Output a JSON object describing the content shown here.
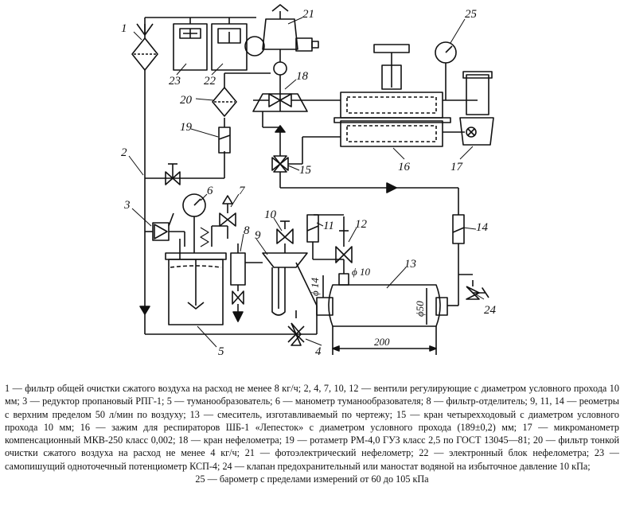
{
  "diagram": {
    "labels": {
      "n1": "1",
      "n2": "2",
      "n3": "3",
      "n4": "4",
      "n5": "5",
      "n6": "6",
      "n7": "7",
      "n8": "8",
      "n9": "9",
      "n10": "10",
      "n11": "11",
      "n12": "12",
      "n13": "13",
      "n14": "14",
      "n15": "15",
      "n16": "16",
      "n17": "17",
      "n18": "18",
      "n19": "19",
      "n20": "20",
      "n21": "21",
      "n22": "22",
      "n23": "23",
      "n24": "24",
      "n25": "25"
    },
    "dimensions": {
      "d10": "ϕ 10",
      "d14": "ϕ 14",
      "d50": "ϕ50",
      "len200": "200"
    }
  },
  "caption": {
    "body": "1 — фильтр общей очистки сжатого воздуха на расход не менее 8 кг/ч; 2, 4, 7, 10, 12 — вентили регулирующие с диаметром условного прохода 10 мм; 3 — редуктор пропановый РПГ-1; 5 — туманообразователь; 6 — манометр туманообразователя; 8 — фильтр-отделитель; 9, 11, 14 — реометры с верхним пределом 50 л/мин по воздуху; 13 — смеситель, изготавливаемый по чертежу; 15 — кран четырехходовый с диаметром условного прохода 10 мм; 16 — зажим для респираторов ШБ-1 «Лепесток» с диаметром условного прохода (189±0,2) мм; 17 — микроманометр компенсационный МКВ-250 класс 0,002; 18 — кран нефелометра; 19 — ротаметр РМ-4,0 ГУЗ класс 2,5 по ГОСТ 13045—81; 20 — фильтр тонкой очистки сжатого воздуха на расход не менее 4 кг/ч; 21 — фотоэлектрический нефелометр; 22 — электронный блок нефелометра; 23 — самопишущий одноточечный потенциометр КСП-4; 24 — клапан предохранительный или маностат водяной на избыточное давление 10 кПа;",
    "last": "25 — барометр с пределами измерений от 60 до 105 кПа"
  }
}
